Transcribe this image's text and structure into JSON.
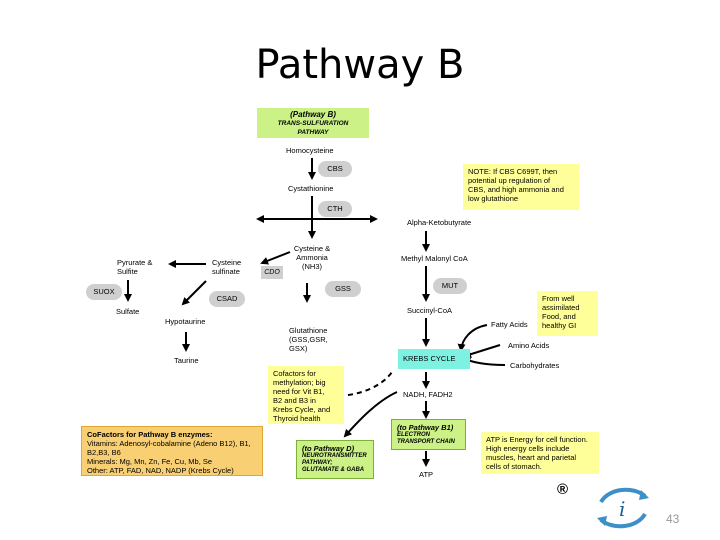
{
  "title": "Pathway B",
  "header_box": {
    "line1": "(Pathway B)",
    "line2": "TRANS-SULFURATION",
    "line3": "PATHWAY"
  },
  "nodes": {
    "homocysteine": "Homocysteine",
    "cystathionine": "Cystathionine",
    "cysteine_l1": "Cysteine &",
    "cysteine_l2": "Ammonia",
    "cysteine_l3": "(NH3)",
    "cys_sulf_l1": "Cysteine",
    "cys_sulf_l2": "sulfinate",
    "pyruvate_l1": "Pyrurate &",
    "pyruvate_l2": "Sulfite",
    "sulfate": "Sulfate",
    "hypotaurine": "Hypotaurine",
    "taurine": "Taurine",
    "glutathione_l1": "Glutathione",
    "glutathione_l2": "(GSS,GSR,",
    "glutathione_l3": "GSX)",
    "alpha": "Alpha-Ketobutyrate",
    "methyl": "Methyl Malonyl CoA",
    "succinyl": "Succinyl-CoA",
    "krebs": "KREBS CYCLE",
    "fatty": "Fatty Acids",
    "amino": "Amino Acids",
    "carbs": "Carbohydrates",
    "nadh": "NADH, FADH2",
    "atp": "ATP"
  },
  "enzymes": {
    "cbs": "CBS",
    "cth": "CTH",
    "cdo": "CDO",
    "gss": "GSS",
    "suox": "SUOX",
    "csad": "CSAD",
    "mut": "MUT"
  },
  "notes": {
    "cbs_note": [
      "NOTE: If CBS C699T, then",
      "potential up regulation of",
      "CBS, and high ammonia and",
      "low glutathione"
    ],
    "well_note": [
      "From well",
      "assimilated",
      "Food, and",
      "healthy GI"
    ],
    "cofactor_methyl": [
      "Cofactors for",
      "methylation; big",
      "need for Vit B1,",
      "B2 and B3 in",
      "Krebs Cycle, and",
      "Thyroid health"
    ],
    "cofactor_enzymes": [
      "CoFactors for Pathway B enzymes:",
      "Vitamins: Adenosyl-cobalamine (Adeno B12), B1,",
      "B2,B3, B6",
      "Minerals: Mg, Mn, Zn, Fe, Cu, Mb, Se",
      "Other: ATP, FAD, NAD, NADP (Krebs Cycle)"
    ],
    "pathway_d": [
      "(to Pathway D)",
      "NEUROTRANSMITTER",
      "PATHWAY;",
      "GLUTAMATE & GABA"
    ],
    "pathway_b1": [
      "(to Pathway B1)",
      "ELECTRON",
      "TRANSPORT CHAIN"
    ],
    "atp_note": [
      "ATP is Energy for cell function.",
      "High energy cells include",
      "muscles, heart and parietal",
      "cells of stomach."
    ]
  },
  "registered": "®",
  "page_number": "43",
  "colors": {
    "green": "#ccf287",
    "yellow": "#ffff99",
    "orange": "#f9cf74",
    "cyan": "#7ef2e2",
    "pill": "#cfcfcf",
    "nav_blue": "#3d8fc7"
  }
}
